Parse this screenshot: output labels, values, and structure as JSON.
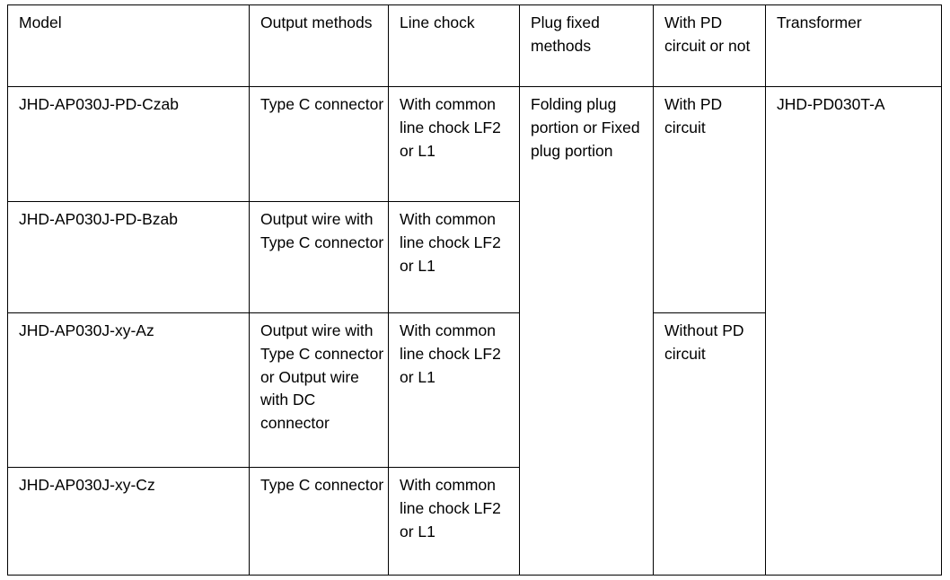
{
  "table": {
    "columns": [
      {
        "key": "model",
        "label": "Model"
      },
      {
        "key": "output",
        "label": "Output methods"
      },
      {
        "key": "chock",
        "label": "Line chock"
      },
      {
        "key": "plug",
        "label": "Plug fixed methods"
      },
      {
        "key": "pd",
        "label": "With PD circuit or not"
      },
      {
        "key": "transformer",
        "label": "Transformer"
      }
    ],
    "rows": [
      {
        "model": "JHD-AP030J-PD-Czab",
        "output": "Type C connector",
        "chock": "With common line chock LF2 or L1",
        "plug": "Folding plug portion or Fixed plug portion",
        "pd": "With PD circuit",
        "transformer": "JHD-PD030T-A"
      },
      {
        "model": "JHD-AP030J-PD-Bzab",
        "output": "Output wire with Type C connector",
        "chock": "With common line chock LF2 or L1"
      },
      {
        "model": "JHD-AP030J-xy-Az",
        "output": "Output wire with Type C connector or Output wire with DC connector",
        "chock": "With common line chock LF2 or L1",
        "pd": "Without PD circuit"
      },
      {
        "model": "JHD-AP030J-xy-Cz",
        "output": "Type C connector",
        "chock": "With common line chock LF2 or L1"
      }
    ]
  },
  "style": {
    "border_color": "#000000",
    "text_color": "#000000",
    "background": "#ffffff"
  }
}
